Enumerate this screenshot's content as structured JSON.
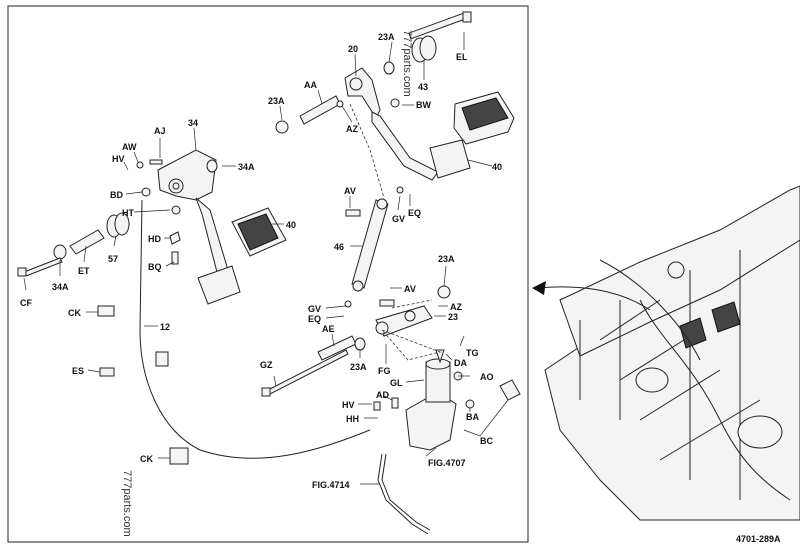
{
  "figure_ref": "4701-289A",
  "watermarks": [
    "777parts.com",
    "777parts.com"
  ],
  "labels": {
    "n20": "20",
    "n23A_top": "23A",
    "n43": "43",
    "EL": "EL",
    "AA": "AA",
    "n23A_left": "23A",
    "AZ_top": "AZ",
    "BW": "BW",
    "n40_right": "40",
    "n34": "34",
    "AJ": "AJ",
    "AW": "AW",
    "HV_left": "HV",
    "n34A_top": "34A",
    "BD": "BD",
    "HT": "HT",
    "HD": "HD",
    "n40_left": "40",
    "AV_top": "AV",
    "GV_top": "GV",
    "EQ_top": "EQ",
    "n46": "46",
    "BQ": "BQ",
    "n57": "57",
    "ET": "ET",
    "n34A_bot": "34A",
    "CF": "CF",
    "n23A_right": "23A",
    "AV_mid": "AV",
    "GV_mid": "GV",
    "AZ_mid": "AZ",
    "EQ_mid": "EQ",
    "n23": "23",
    "CK_top": "CK",
    "n12": "12",
    "AE": "AE",
    "TG": "TG",
    "DA": "DA",
    "ES": "ES",
    "GZ": "GZ",
    "n23A_low": "23A",
    "FG": "FG",
    "AO": "AO",
    "GL": "GL",
    "HV_low": "HV",
    "AD": "AD",
    "BA": "BA",
    "HH": "HH",
    "BC": "BC",
    "FIG4707": "FIG.4707",
    "CK_bot": "CK",
    "FIG4714": "FIG.4714"
  },
  "icons": [
    "pedal-assembly",
    "tractor-cab-inset",
    "arrow-left-icon"
  ]
}
